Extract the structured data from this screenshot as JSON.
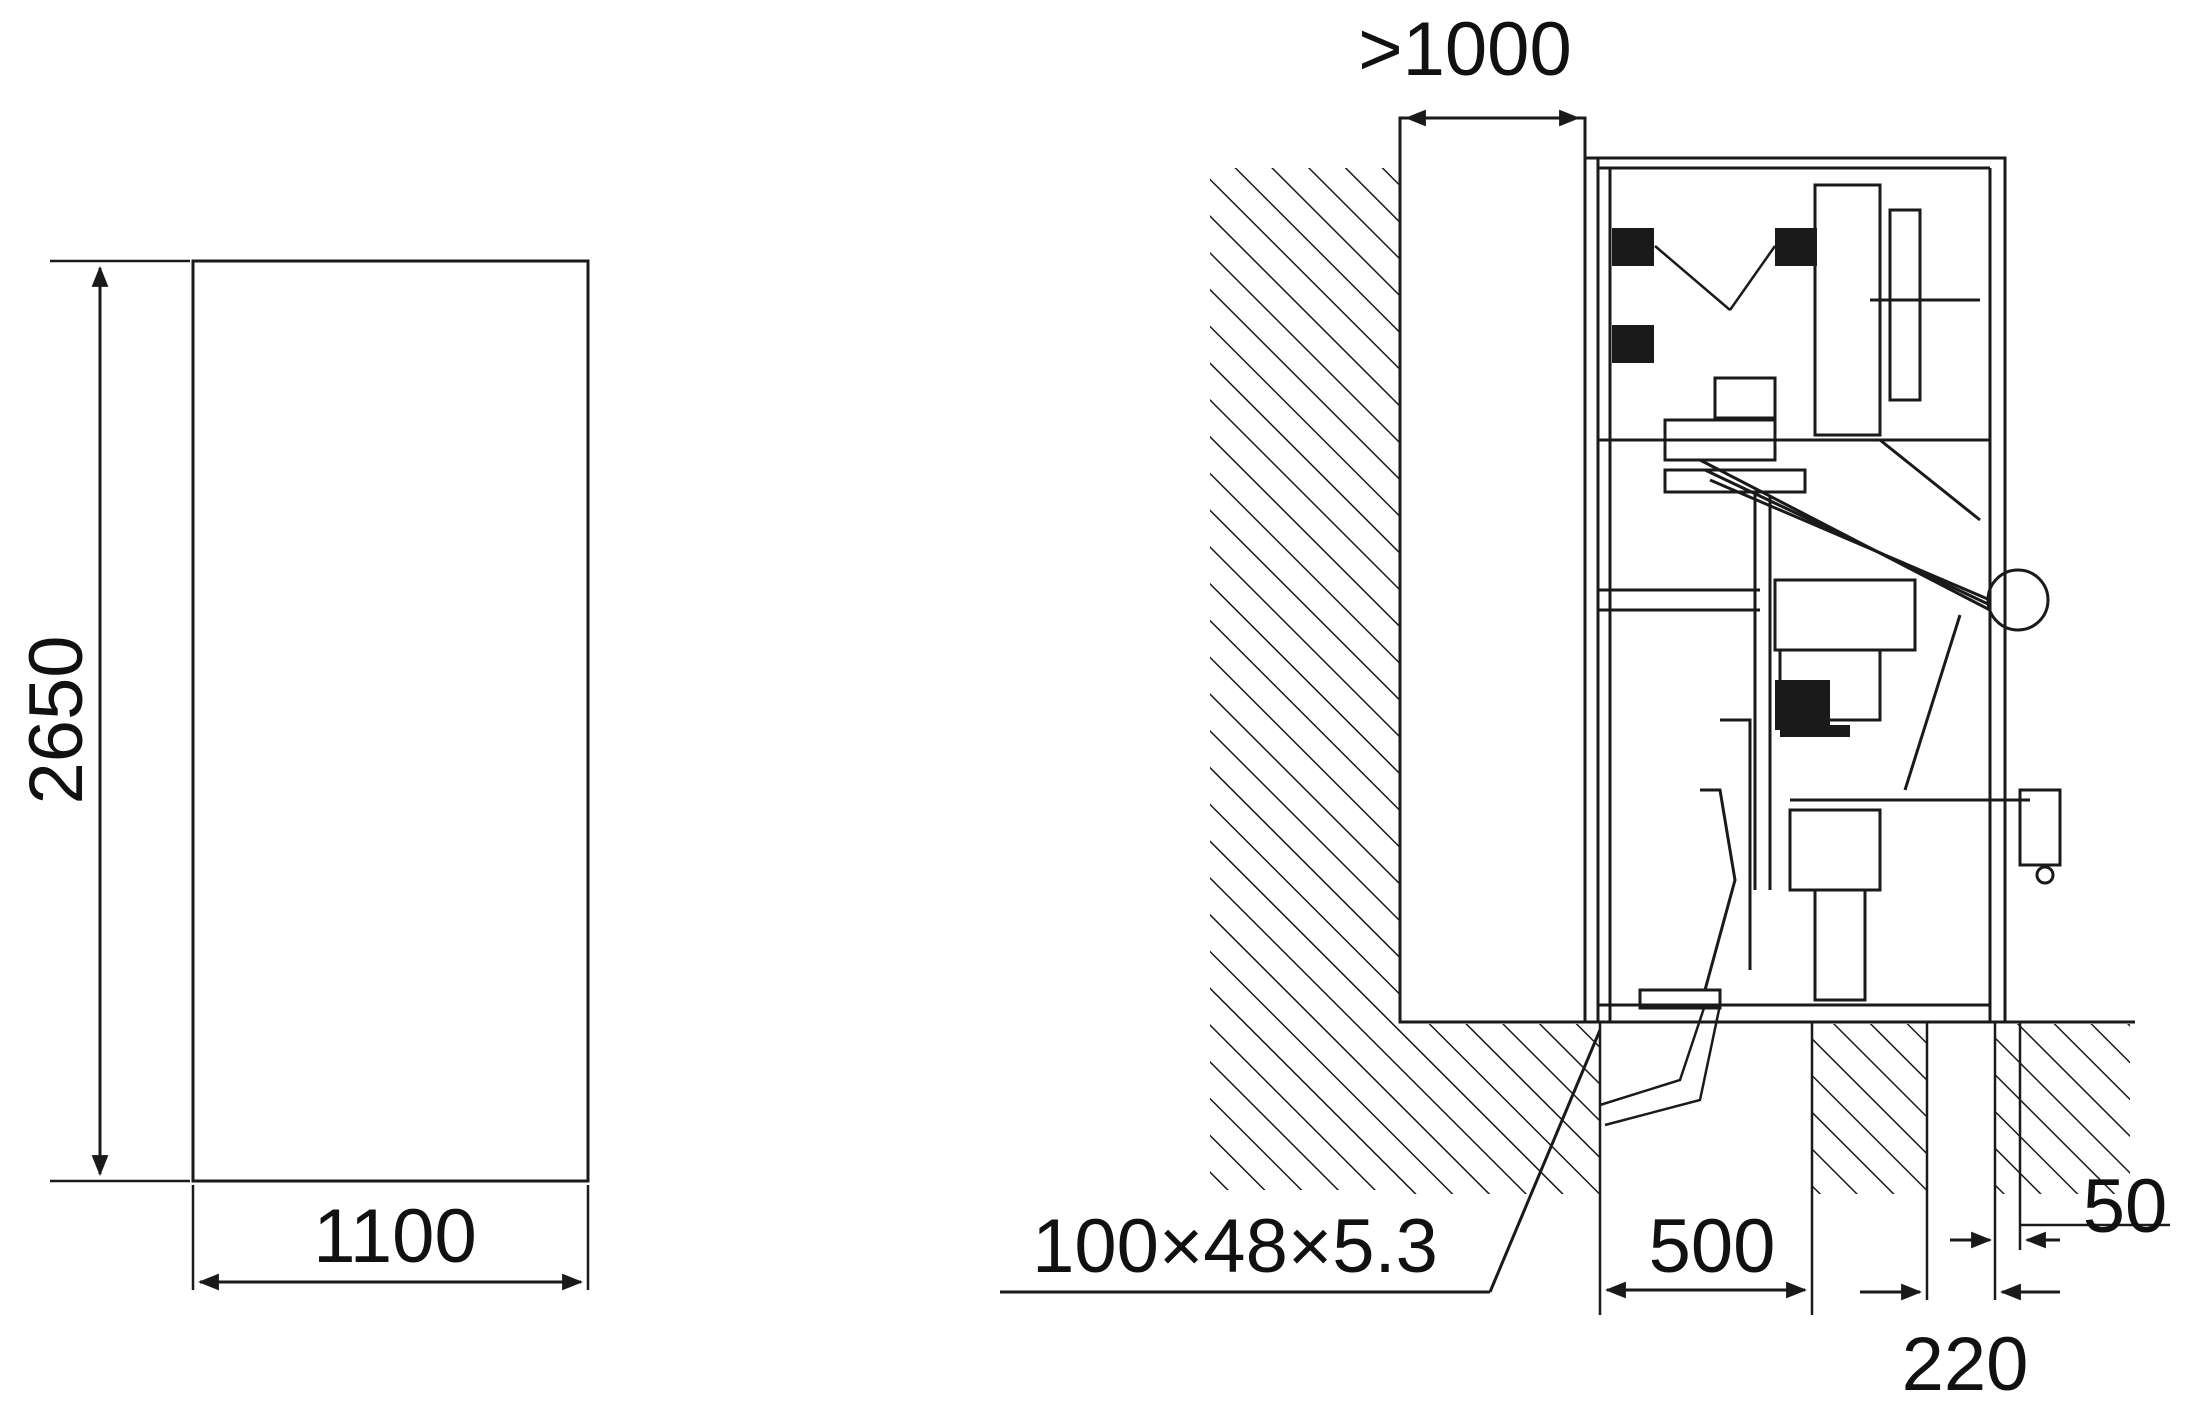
{
  "front_view": {
    "height_dim": "2650",
    "width_dim": "1100"
  },
  "side_view": {
    "clearance_dim": ">1000",
    "channel_dim": "100×48×5.3",
    "dim_500": "500",
    "dim_220": "220",
    "dim_50": "50"
  },
  "colors": {
    "line": "#1a1a1a",
    "background": "#ffffff"
  }
}
